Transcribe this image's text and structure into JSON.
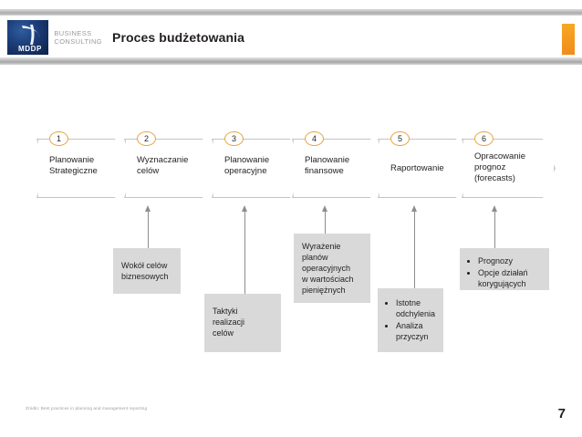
{
  "slide": {
    "title": "Proces budżetowania",
    "page_number": "7",
    "source_note": "Źródło: Best practices in planning and management reporting"
  },
  "brand": {
    "logo_mark_text": "MDDP",
    "logo_line1": "BUSINESS",
    "logo_line2": "CONSULTING",
    "accent_color": "#f59a1f",
    "logo_color": "#1b3c77",
    "note_color": "#d9d9d9",
    "chevron_border": "#c4c4c4",
    "number_ring_color": "#e8a33d"
  },
  "process": {
    "steps": [
      {
        "number": "1",
        "label": "Planowanie\nStrategiczne"
      },
      {
        "number": "2",
        "label": "Wyznaczanie\ncelów"
      },
      {
        "number": "3",
        "label": "Planowanie\noperacyjne"
      },
      {
        "number": "4",
        "label": "Planowanie\nfinansowe"
      },
      {
        "number": "5",
        "label": "Raportowanie"
      },
      {
        "number": "6",
        "label": "Opracowanie\nprognoz\n(forecasts)"
      }
    ]
  },
  "notes": [
    {
      "id": "note-wokol-celow",
      "type": "text",
      "text": "Wokół celów\nbiznesowych",
      "linked_step": "2"
    },
    {
      "id": "note-taktyki",
      "type": "text",
      "text": "Taktyki\nrealizacji\ncelów",
      "linked_step": "3"
    },
    {
      "id": "note-wyrazenie-planow",
      "type": "text",
      "text": "Wyrażenie\nplanów\noperacyjnych\nw wartościach\npieniężnych",
      "linked_step": "4"
    },
    {
      "id": "note-odchylenia",
      "type": "bullets",
      "bullets": [
        "Istotne odchylenia",
        "Analiza przyczyn"
      ],
      "linked_step": "5"
    },
    {
      "id": "note-prognozy",
      "type": "bullets",
      "bullets": [
        "Prognozy",
        "Opcje działań korygujących"
      ],
      "linked_step": "6"
    }
  ]
}
